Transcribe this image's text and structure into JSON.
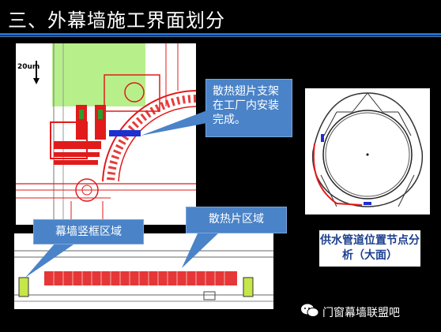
{
  "slide": {
    "title": "三、外幕墙施工界面划分"
  },
  "main_drawing": {
    "scale_label": "20um"
  },
  "callouts": {
    "fins": "散热翅片支架在工厂内安装完成。",
    "mullion": "幕墙竖框区域",
    "radiator": "散热片区域"
  },
  "analysis_label": "供水管道位置节点分析（大面）",
  "watermark": "门窗幕墙联盟吧",
  "colors": {
    "accent": "#1f6fd1",
    "callout": "#4a83c8",
    "label_text": "#1b3f8f",
    "drawing_red": "#e11b1b",
    "drawing_green": "#b7f08a"
  }
}
